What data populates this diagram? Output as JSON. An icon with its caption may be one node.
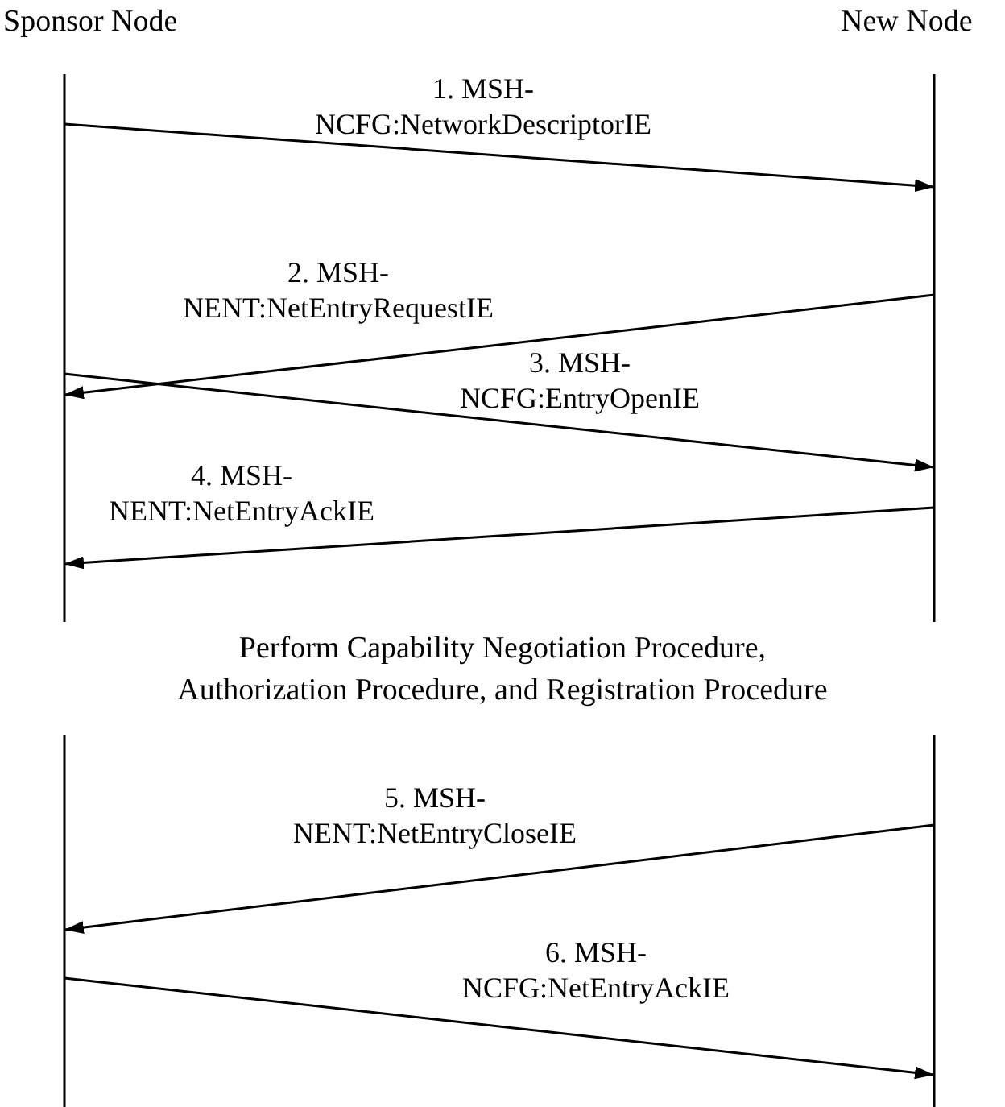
{
  "diagram": {
    "nodes": [
      {
        "text": [
          "Sponsor Node"
        ]
      },
      {
        "text": [
          "New Node"
        ]
      }
    ],
    "edges": [
      {
        "from": 0,
        "to": 1,
        "arrow": "to",
        "label": "1. MSH- NCFG:NetworkDescriptorIE"
      },
      {
        "from": 1,
        "to": 0,
        "arrow": "to",
        "label": "2. MSH- NENT:NetEntryRequestIE"
      },
      {
        "from": 0,
        "to": 1,
        "arrow": "to",
        "label": "3. MSH- NCFG:EntryOpenIE"
      },
      {
        "from": 1,
        "to": 0,
        "arrow": "to",
        "label": "4. MSH- NENT:NetEntryAckIE"
      },
      {
        "from": 1,
        "to": 0,
        "arrow": "to",
        "label": "5. MSH- NENT:NetEntryCloseIE"
      },
      {
        "from": 0,
        "to": 1,
        "arrow": "to",
        "label": "6. MSH- NCFG:NetEntryAckIE"
      }
    ],
    "labels": [
      "Perform Capability Negotiation Procedure, Authorization Procedure, and Registration Procedure"
    ]
  }
}
